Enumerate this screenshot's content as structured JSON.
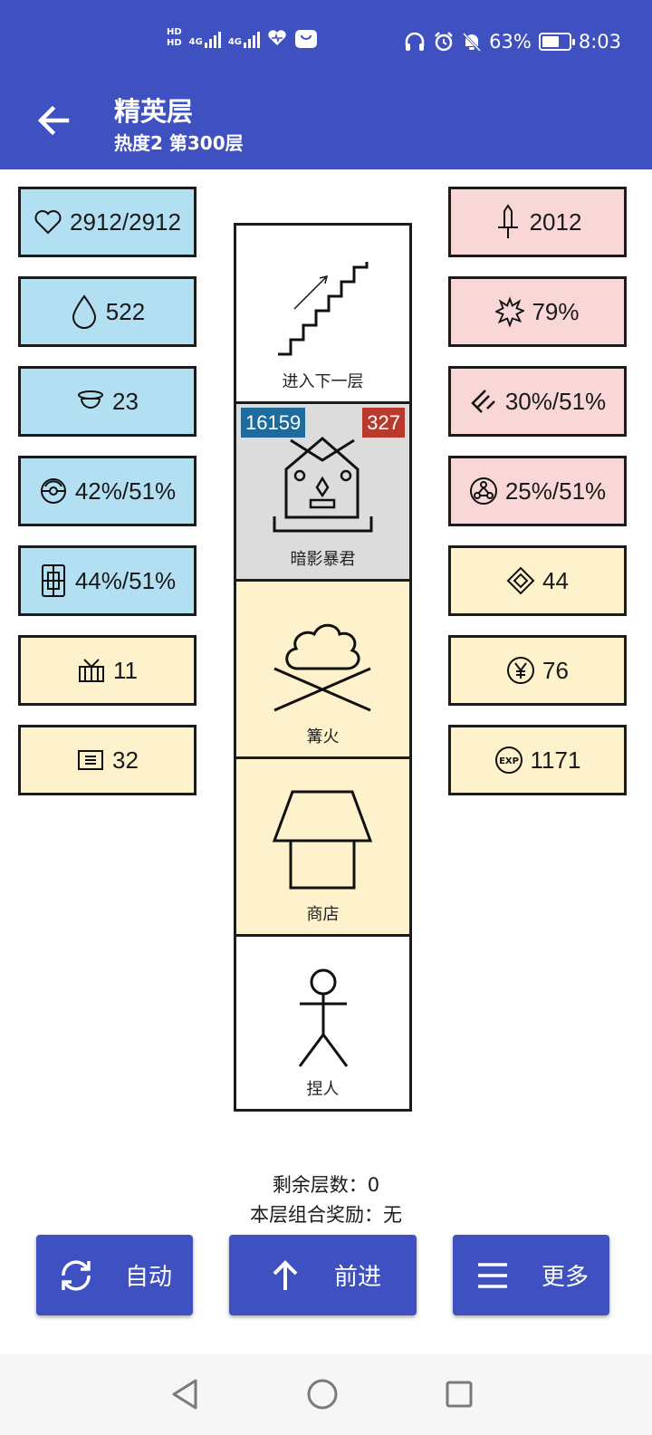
{
  "status_bar": {
    "hd1": "HD",
    "hd2": "HD",
    "net1": "4G",
    "net2": "4G",
    "battery_percent": "63%",
    "time": "8:03",
    "battery_level": 0.63
  },
  "header": {
    "title": "精英层",
    "subtitle": "热度2 第300层"
  },
  "left_stats": [
    {
      "icon": "heart-icon",
      "value": "2912/2912",
      "color": "blue"
    },
    {
      "icon": "drop-icon",
      "value": "522",
      "color": "blue"
    },
    {
      "icon": "helmet-icon",
      "value": "23",
      "color": "blue"
    },
    {
      "icon": "orb-icon",
      "value": "42%/51%",
      "color": "blue"
    },
    {
      "icon": "shield-icon",
      "value": "44%/51%",
      "color": "blue"
    },
    {
      "icon": "gift-icon",
      "value": "11",
      "color": "cream"
    },
    {
      "icon": "scroll-icon",
      "value": "32",
      "color": "cream"
    }
  ],
  "right_stats": [
    {
      "icon": "sword-icon",
      "value": "2012",
      "color": "pink"
    },
    {
      "icon": "burst-icon",
      "value": "79%",
      "color": "pink"
    },
    {
      "icon": "slash-icon",
      "value": "30%/51%",
      "color": "pink"
    },
    {
      "icon": "nodes-icon",
      "value": "25%/51%",
      "color": "pink"
    },
    {
      "icon": "diamond-icon",
      "value": "44",
      "color": "cream"
    },
    {
      "icon": "yen-icon",
      "value": "76",
      "color": "cream"
    },
    {
      "icon": "exp-icon",
      "value": "1171",
      "color": "cream",
      "icon_text": "EXP"
    }
  ],
  "tower": {
    "cells": [
      {
        "label": "进入下一层",
        "type": "stairs",
        "bg": "#ffffff"
      },
      {
        "label": "暗影暴君",
        "type": "boss",
        "bg": "#dcdcdc",
        "hp": "16159",
        "atk": "327"
      },
      {
        "label": "篝火",
        "type": "campfire",
        "bg": "#fef2cc"
      },
      {
        "label": "商店",
        "type": "shop",
        "bg": "#fef2cc"
      },
      {
        "label": "捏人",
        "type": "person",
        "bg": "#ffffff"
      }
    ]
  },
  "info": {
    "remaining": "剩余层数：0",
    "bonus": "本层组合奖励：无"
  },
  "buttons": {
    "auto": "自动",
    "forward": "前进",
    "more": "更多"
  },
  "colors": {
    "primary": "#3f51c1",
    "blue_stat": "#b3dff2",
    "pink_stat": "#f8d7d6",
    "cream_stat": "#fef2cc",
    "hp_badge": "#1e6c9c",
    "atk_badge": "#b83a2c"
  }
}
